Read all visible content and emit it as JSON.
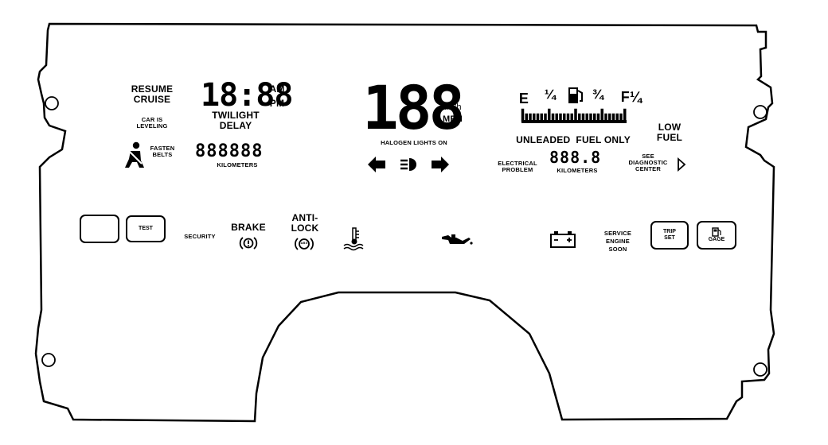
{
  "left_cluster": {
    "resume_cruise": "RESUME\nCRUISE",
    "car_leveling": "CAR IS\nLEVELING",
    "fasten_belts": "FASTEN\nBELTS",
    "clock_digits": "18:88",
    "am": "AM",
    "pm": "PM",
    "twilight_delay": "TWILIGHT\nDELAY",
    "odometer_digits": "888888",
    "kilometers": "KILOMETERS"
  },
  "center_cluster": {
    "speed_digits": "188",
    "kmh": "km/h",
    "mph": "MPH",
    "halogen": "HALOGEN LIGHTS ON"
  },
  "right_cluster": {
    "fuel_e": "E",
    "fuel_quarter": "¼",
    "fuel_three_quarter": "¾",
    "fuel_f": "F¼",
    "unleaded": "UNLEADED  FUEL ONLY",
    "low_fuel": "LOW\nFUEL",
    "electrical_problem": "ELECTRICAL\nPROBLEM",
    "trip_digits": "888.8",
    "kilometers": "KILOMETERS",
    "see_diagnostic": "SEE\nDIAGNOSTIC\nCENTER",
    "fuel_level": 1.0
  },
  "bottom_row": {
    "test_button": "TEST",
    "security": "SECURITY",
    "brake": "BRAKE",
    "anti_lock": "ANTI-\nLOCK",
    "abs_label": "ABS",
    "service_engine_soon": "SERVICE\nENGINE\nSOON",
    "trip_set": "TRIP\nSET",
    "gage": "GAGE"
  },
  "colors": {
    "ink": "#000000",
    "panel": "#ffffff"
  }
}
